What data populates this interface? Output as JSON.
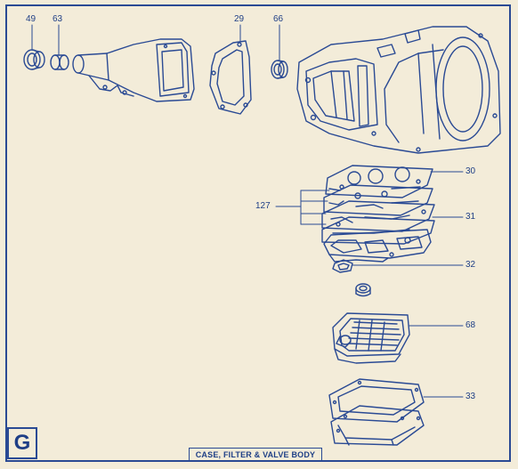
{
  "diagram": {
    "title": "CASE, FILTER & VALVE BODY",
    "section_letter": "G",
    "callouts": {
      "p49": "49",
      "p63": "63",
      "p29": "29",
      "p66": "66",
      "p30": "30",
      "p127": "127",
      "p31": "31",
      "p32": "32",
      "p68": "68",
      "p33": "33"
    },
    "colors": {
      "ink": "#2a4a94",
      "paper": "#f3ecd9"
    }
  }
}
